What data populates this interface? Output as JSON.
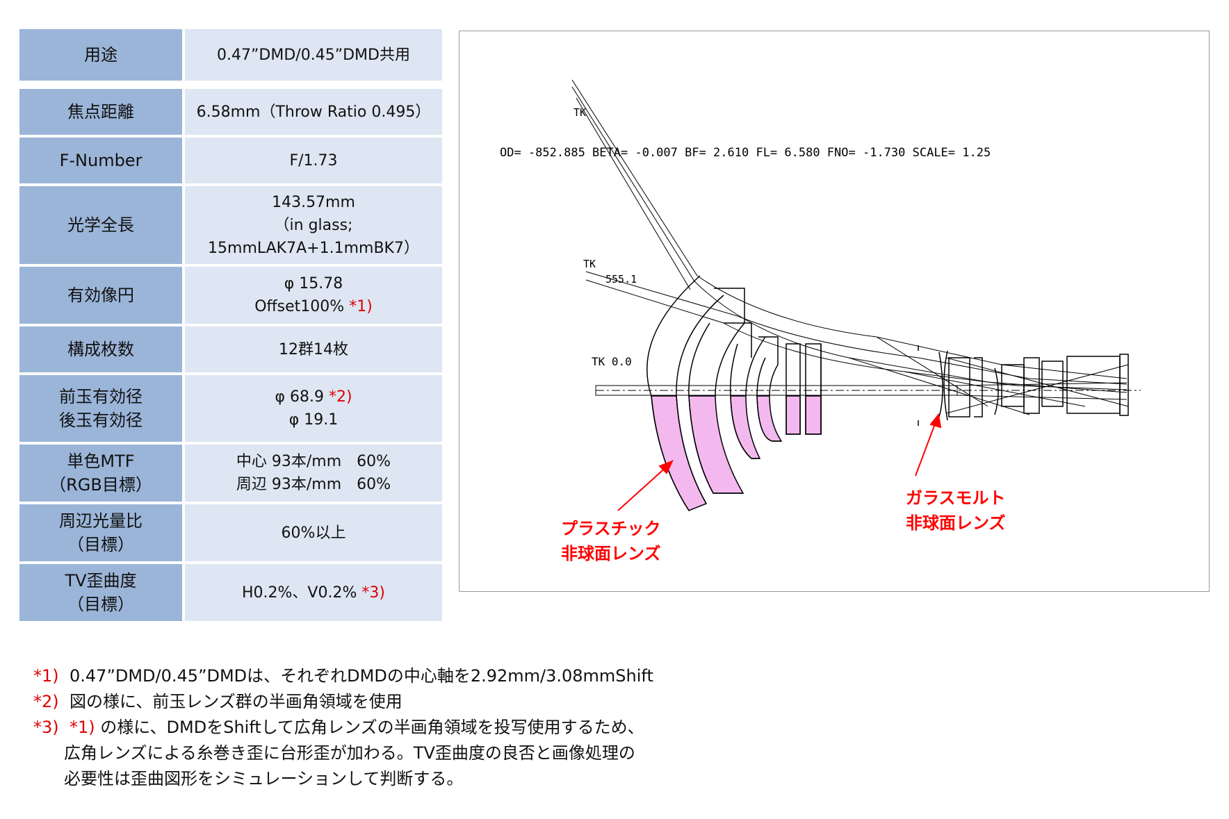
{
  "spec_table": [
    {
      "label": [
        "用途"
      ],
      "value": [
        {
          "t": "0.47”DMD/0.45”DMD共用"
        }
      ]
    },
    {
      "label": [
        "焦点距離"
      ],
      "value": [
        {
          "t": "6.58mm（Throw Ratio 0.495）"
        }
      ]
    },
    {
      "label": [
        "F-Number"
      ],
      "value": [
        {
          "t": "F/1.73"
        }
      ]
    },
    {
      "label": [
        "光学全長"
      ],
      "value": [
        {
          "t": "143.57mm"
        },
        {
          "t": "（in glass;"
        },
        {
          "t": "15mmLAK7A+1.1mmBK7）"
        }
      ]
    },
    {
      "label": [
        "有効像円"
      ],
      "value": [
        {
          "t": "φ 15.78"
        },
        {
          "t": "Offset100%",
          "note": "*1)"
        }
      ]
    },
    {
      "label": [
        "構成枚数"
      ],
      "value": [
        {
          "t": "12群14枚"
        }
      ]
    },
    {
      "label": [
        "前玉有効径",
        "後玉有効径"
      ],
      "value": [
        {
          "t": "φ 68.9",
          "note": "*2)"
        },
        {
          "t": "φ 19.1"
        }
      ]
    },
    {
      "label": [
        "単色MTF",
        "（RGB目標）"
      ],
      "value": [
        {
          "t": "中心 93本/mm　60%"
        },
        {
          "t": "周辺 93本/mm　60%"
        }
      ]
    },
    {
      "label": [
        "周辺光量比",
        "（目標）"
      ],
      "value": [
        {
          "t": "60%以上"
        }
      ]
    },
    {
      "label": [
        "TV歪曲度",
        "（目標）"
      ],
      "value": [
        {
          "t": "H0.2%、V0.2%",
          "note": "*3)"
        }
      ]
    }
  ],
  "diagram": {
    "header": "OD= -852.885  BETA= -0.007  BF= 2.610  FL= 6.580  FNO= -1.730   SCALE= 1.25",
    "field_labels": [
      "TK",
      "TK",
      "555.1",
      "TK  0.0"
    ],
    "plastic_label": [
      "プラスチック",
      "非球面レンズ"
    ],
    "glass_label": [
      "ガラスモルト",
      "非球面レンズ"
    ],
    "accent_color": "#ff0000",
    "highlight_color": "#f3b9ee"
  },
  "notes": [
    {
      "mark": "*1)",
      "lines": [
        "0.47”DMD/0.45”DMDは、それぞれDMDの中心軸を2.92mm/3.08mmShift"
      ]
    },
    {
      "mark": "*2)",
      "lines": [
        "図の様に、前玉レンズ群の半画角領域を使用"
      ]
    },
    {
      "mark": "*3)",
      "ref": "*1)",
      "lines": [
        "の様に、DMDをShiftして広角レンズの半画角領域を投写使用するため、",
        "広角レンズによる糸巻き歪に台形歪が加わる。TV歪曲度の良否と画像処理の",
        "必要性は歪曲図形をシミュレーションして判断する。"
      ]
    }
  ]
}
